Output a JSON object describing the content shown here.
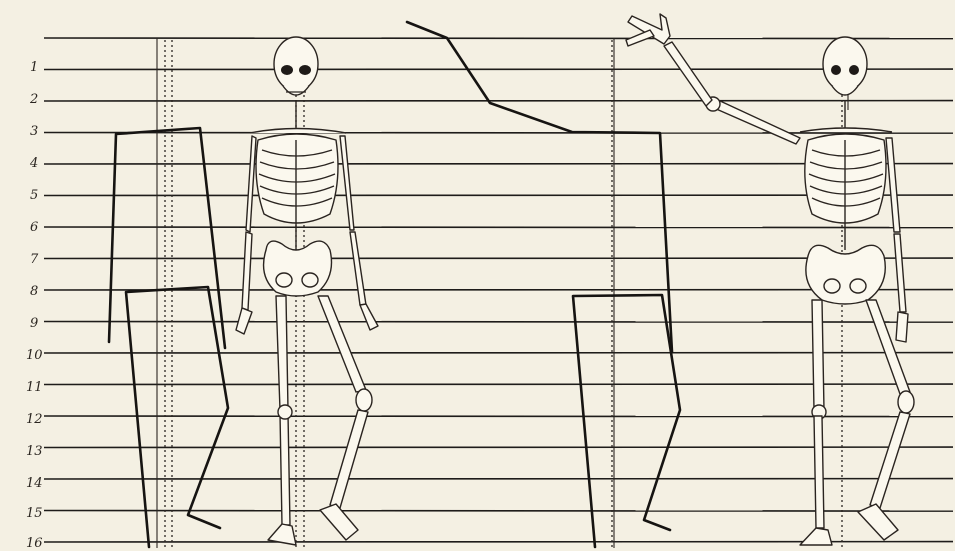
{
  "scale_labels": [
    "1",
    "2",
    "3",
    "4",
    "5",
    "6",
    "7",
    "8",
    "9",
    "10",
    "11",
    "12",
    "13",
    "14",
    "15",
    "16"
  ]
}
